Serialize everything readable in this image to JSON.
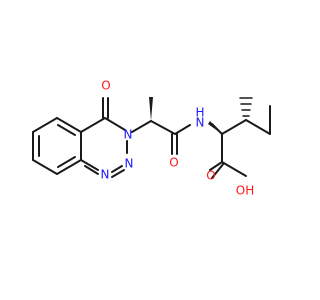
{
  "molecule": {
    "atoms": {
      "oxygen_ketone": "O",
      "nitrogen_ring": "N",
      "nitrogen_lower_1": "N",
      "nitrogen_lower_2": "N",
      "oxygen_amide": "O",
      "amide_nh": "H",
      "amide_n": "N",
      "acid_o": "O",
      "acid_oh": "OH"
    },
    "colors": {
      "bond": "#1a1a1a",
      "oxygen": "#ff1a1a",
      "nitrogen": "#1a1aff"
    }
  }
}
